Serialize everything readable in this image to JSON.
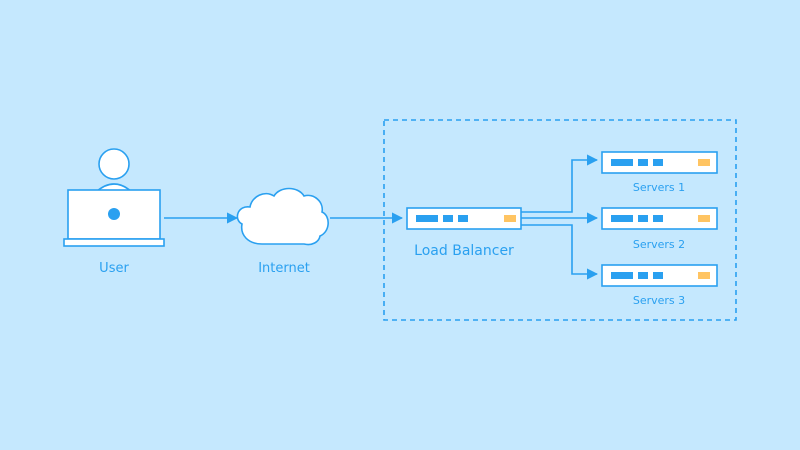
{
  "colors": {
    "background": "#c5e8fe",
    "stroke": "#2aa0f0",
    "fill": "#ffffff",
    "accent_led": "#ffc462"
  },
  "nodes": {
    "user": {
      "label": "User",
      "icon": "user-laptop-icon"
    },
    "internet": {
      "label": "Internet",
      "icon": "cloud-icon"
    },
    "load_balancer": {
      "label": "Load Balancer",
      "icon": "server-rack-icon"
    },
    "servers": [
      {
        "label": "Servers 1",
        "icon": "server-rack-icon"
      },
      {
        "label": "Servers 2",
        "icon": "server-rack-icon"
      },
      {
        "label": "Servers 3",
        "icon": "server-rack-icon"
      }
    ]
  }
}
